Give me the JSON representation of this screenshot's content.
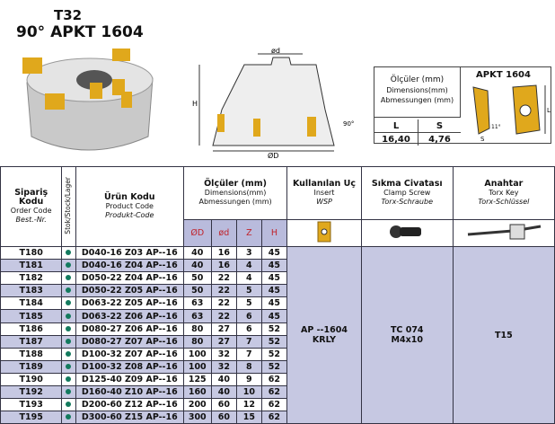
{
  "title": {
    "line1": "T32",
    "line2": "90° APKT 1604"
  },
  "drawing": {
    "d_label": "ød",
    "D_label": "ØD",
    "H_label": "H",
    "angle": "90°"
  },
  "insert_dims": {
    "label_tr": "Ölçüler (mm)",
    "label_en": "Dimensions(mm)",
    "label_de": "Abmessungen (mm)",
    "insert_name": "APKT 1604",
    "headers": [
      "L",
      "S"
    ],
    "values": [
      "16,40",
      "4,76"
    ],
    "diagram_labels": {
      "L": "L",
      "S": "S",
      "angle": "11°"
    }
  },
  "table": {
    "order": {
      "tr": "Sipariş Kodu",
      "en": "Order Code",
      "de": "Best.-Nr."
    },
    "stock": "Stok/Stock/Lager",
    "product": {
      "tr": "Ürün Kodu",
      "en": "Product Code",
      "de": "Produkt-Code"
    },
    "dims": {
      "tr": "Ölçüler (mm)",
      "en": "Dimensions(mm)",
      "de": "Abmessungen (mm)",
      "cols": [
        "ØD",
        "ød",
        "Z",
        "H"
      ]
    },
    "insert": {
      "tr": "Kullanılan Uç",
      "en": "Insert",
      "de": "WSP",
      "value1": "AP --1604",
      "value2": "KRLY"
    },
    "screw": {
      "tr": "Sıkma Civatası",
      "en": "Clamp Screw",
      "de": "Torx-Schraube",
      "value1": "TC 074",
      "value2": "M4x10"
    },
    "key": {
      "tr": "Anahtar",
      "en": "Torx Key",
      "de": "Torx-Schlüssel",
      "value": "T15"
    },
    "rows": [
      {
        "order": "T180",
        "product": "D040-16 Z03 AP--16",
        "D": "40",
        "d": "16",
        "Z": "3",
        "H": "45"
      },
      {
        "order": "T181",
        "product": "D040-16 Z04 AP--16",
        "D": "40",
        "d": "16",
        "Z": "4",
        "H": "45"
      },
      {
        "order": "T182",
        "product": "D050-22 Z04 AP--16",
        "D": "50",
        "d": "22",
        "Z": "4",
        "H": "45"
      },
      {
        "order": "T183",
        "product": "D050-22 Z05 AP--16",
        "D": "50",
        "d": "22",
        "Z": "5",
        "H": "45"
      },
      {
        "order": "T184",
        "product": "D063-22 Z05 AP--16",
        "D": "63",
        "d": "22",
        "Z": "5",
        "H": "45"
      },
      {
        "order": "T185",
        "product": "D063-22 Z06 AP--16",
        "D": "63",
        "d": "22",
        "Z": "6",
        "H": "45"
      },
      {
        "order": "T186",
        "product": "D080-27 Z06 AP--16",
        "D": "80",
        "d": "27",
        "Z": "6",
        "H": "52"
      },
      {
        "order": "T187",
        "product": "D080-27 Z07 AP--16",
        "D": "80",
        "d": "27",
        "Z": "7",
        "H": "52"
      },
      {
        "order": "T188",
        "product": "D100-32 Z07 AP--16",
        "D": "100",
        "d": "32",
        "Z": "7",
        "H": "52"
      },
      {
        "order": "T189",
        "product": "D100-32 Z08 AP--16",
        "D": "100",
        "d": "32",
        "Z": "8",
        "H": "52"
      },
      {
        "order": "T190",
        "product": "D125-40 Z09 AP--16",
        "D": "125",
        "d": "40",
        "Z": "9",
        "H": "62"
      },
      {
        "order": "T192",
        "product": "D160-40 Z10 AP--16",
        "D": "160",
        "d": "40",
        "Z": "10",
        "H": "62"
      },
      {
        "order": "T193",
        "product": "D200-60 Z12 AP--16",
        "D": "200",
        "d": "60",
        "Z": "12",
        "H": "62"
      },
      {
        "order": "T195",
        "product": "D300-60 Z15 AP--16",
        "D": "300",
        "d": "60",
        "Z": "15",
        "H": "62"
      }
    ]
  },
  "colors": {
    "row_alt": "#c6c8e2",
    "header_sub": "#b9bbdc",
    "dim_red": "#c0232b",
    "stock_dot": "#137a5e",
    "insert_gold": "#e0a81c"
  }
}
